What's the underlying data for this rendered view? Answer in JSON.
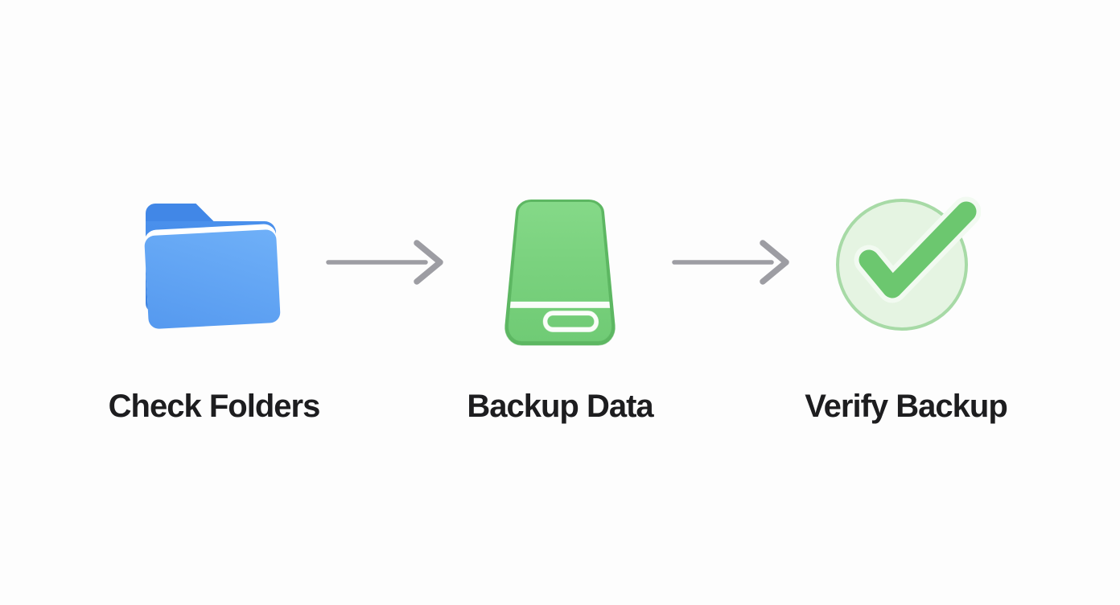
{
  "diagram": {
    "steps": [
      {
        "label": "Check Folders",
        "icon": "blue-folder-icon"
      },
      {
        "label": "Backup Data",
        "icon": "green-drive-icon"
      },
      {
        "label": "Verify Backup",
        "icon": "green-check-circle-icon"
      }
    ],
    "connectors": [
      {
        "type": "arrow-right"
      },
      {
        "type": "arrow-right"
      }
    ]
  },
  "colors": {
    "background": "#fdfdfd",
    "label_text": "#1d1d1f",
    "arrow": "#9d9da3",
    "folder_back": "#4187e7",
    "folder_front": "#60a3f3",
    "folder_gap": "#ffffff",
    "drive_fill": "#7bd17e",
    "drive_border": "#5db762",
    "drive_detail": "#fafdf9",
    "check_circle_fill": "#e5f4e2",
    "check_circle_border": "#a7daa6",
    "check_mark": "#6cc76f",
    "check_halo": "#f2faf1"
  }
}
